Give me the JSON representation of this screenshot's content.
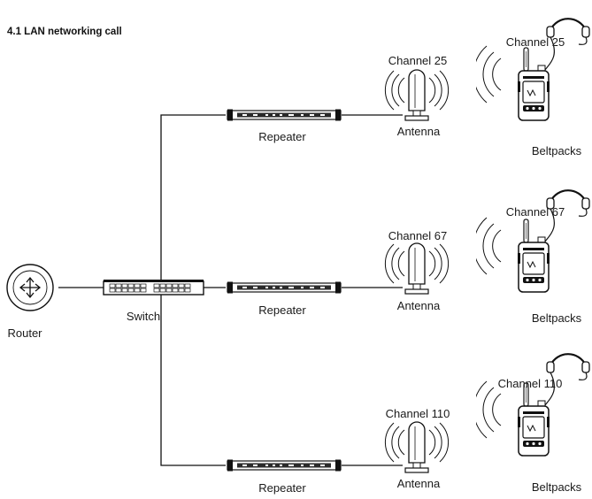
{
  "header_fragment": "",
  "section_title": "4.1 LAN networking call",
  "router": {
    "label": "Router",
    "icon": "router-icon"
  },
  "switch": {
    "label": "Switch",
    "icon": "network-switch-icon"
  },
  "branches": [
    {
      "repeater_label": "Repeater",
      "antenna_channel": "Channel 25",
      "antenna_label": "Antenna",
      "beltpack_channel": "Channel 25",
      "beltpack_label": "Beltpacks"
    },
    {
      "repeater_label": "Repeater",
      "antenna_channel": "Channel 67",
      "antenna_label": "Antenna",
      "beltpack_channel": "Channel 67",
      "beltpack_label": "Beltpacks"
    },
    {
      "repeater_label": "Repeater",
      "antenna_channel": "Channel 110",
      "antenna_label": "Antenna",
      "beltpack_channel": "Channel 110",
      "beltpack_label": "Beltpacks"
    }
  ],
  "colors": {
    "line": "#111111",
    "text": "#1a1a1a",
    "background": "#ffffff"
  }
}
